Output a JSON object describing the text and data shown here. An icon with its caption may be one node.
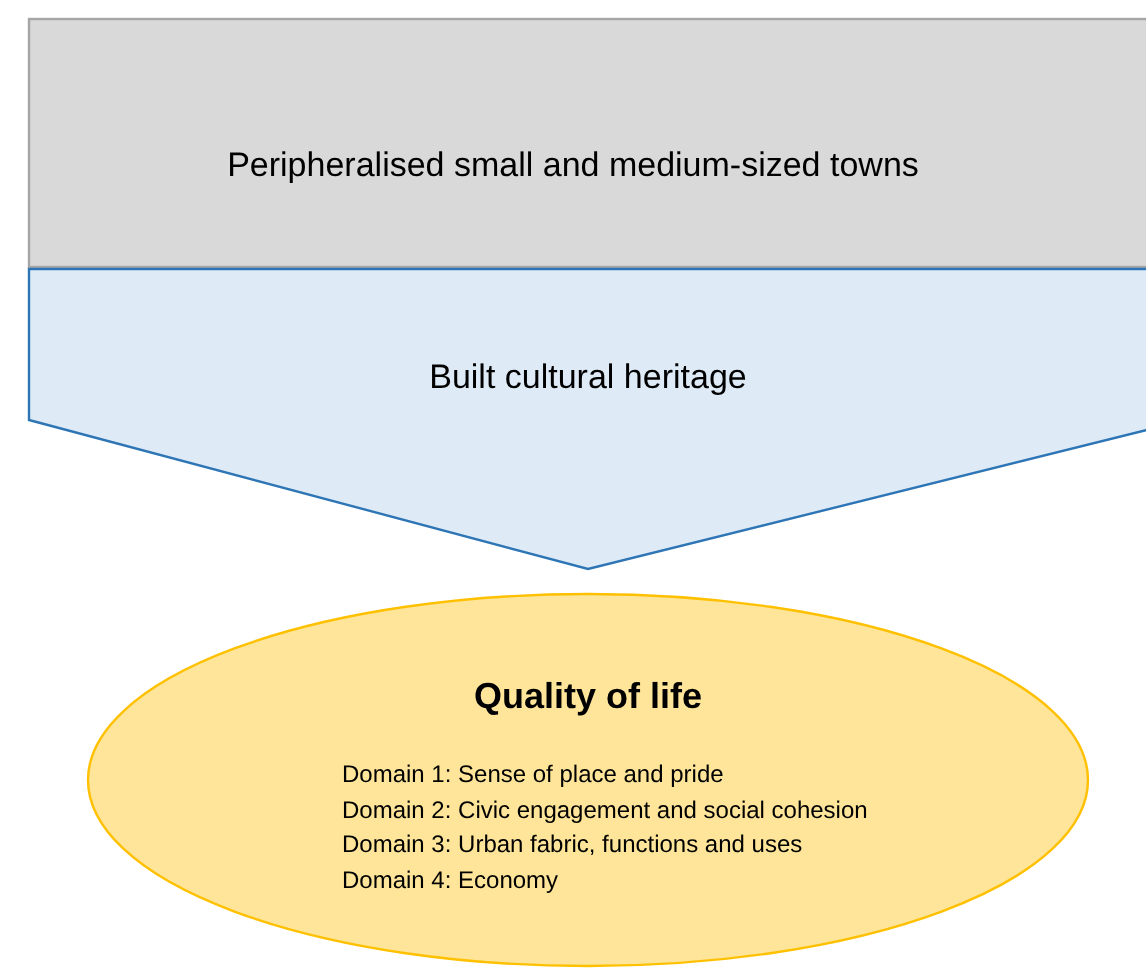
{
  "diagram": {
    "nodes": [
      {
        "text": [
          "Peripheralised small and medium-sized towns"
        ]
      },
      {
        "text": [
          "Built cultural heritage"
        ]
      },
      {
        "text": [
          "Quality of life",
          "Domain 1: Sense of place and pride",
          "Domain 2: Civic engagement and social cohesion",
          "Domain 3: Urban fabric, functions and uses",
          "Domain 4: Economy"
        ]
      }
    ]
  }
}
